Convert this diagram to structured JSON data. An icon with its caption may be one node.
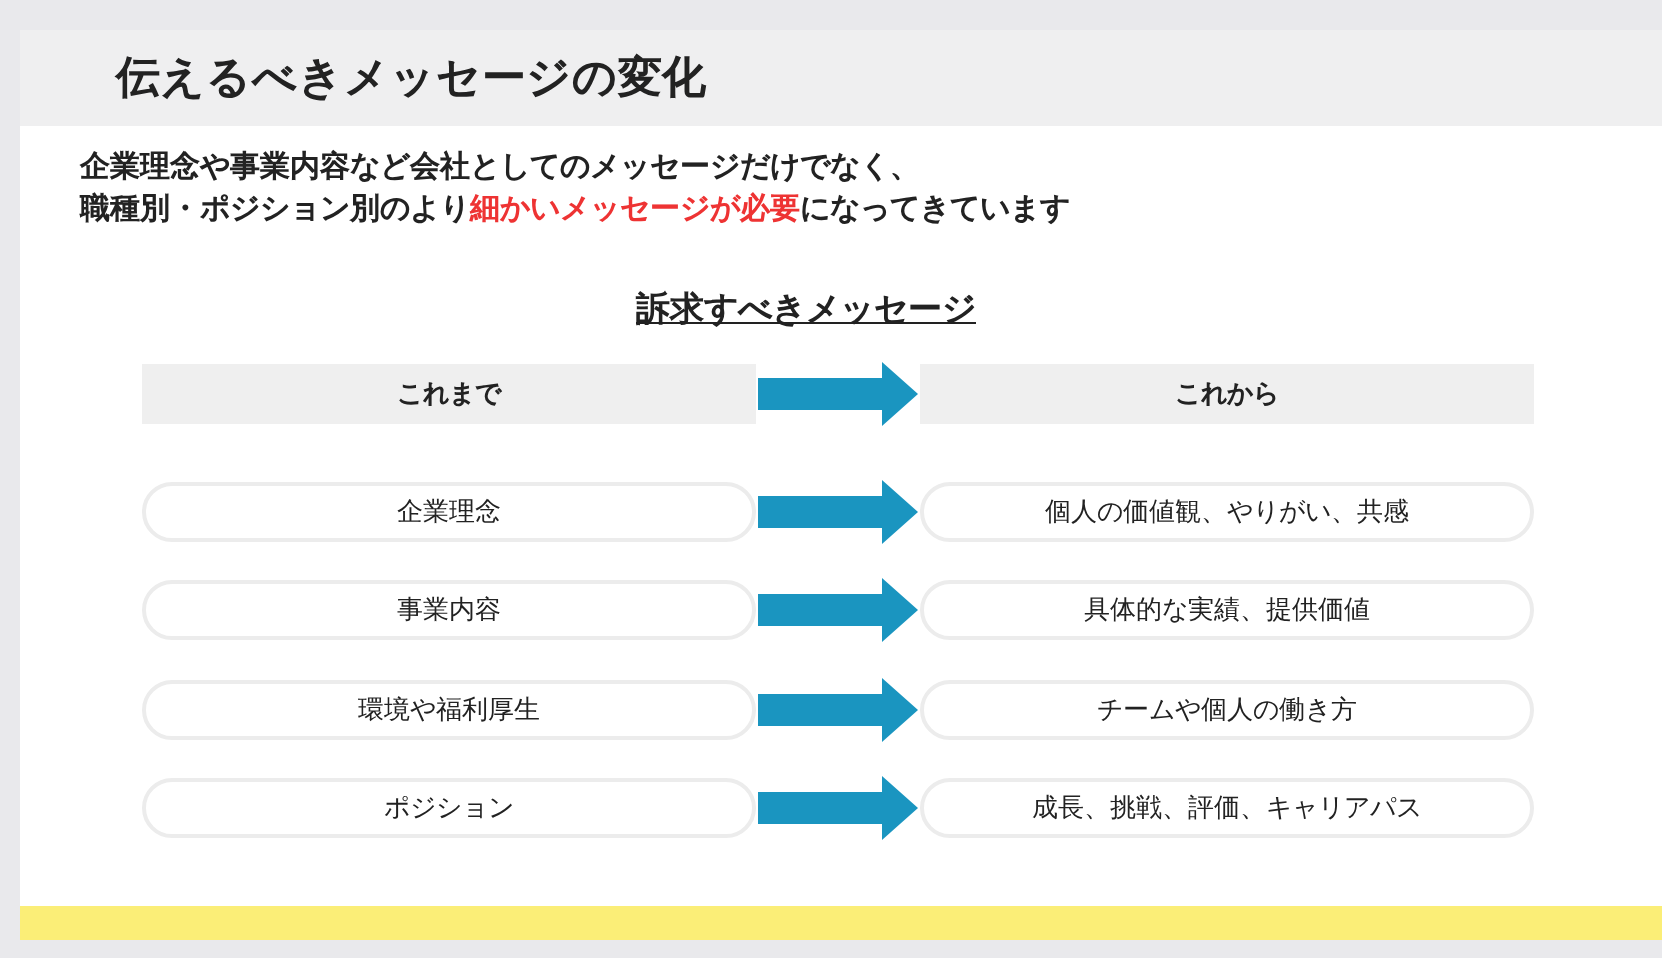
{
  "diagram": {
    "title": "伝えるべきメッセージの変化",
    "nodes": [
      {
        "text": [
          "これまで"
        ]
      },
      {
        "text": [
          "これから"
        ]
      },
      {
        "text": [
          "企業理念"
        ]
      },
      {
        "text": [
          "個人の価値観、やりがい、共感"
        ]
      },
      {
        "text": [
          "事業内容"
        ]
      },
      {
        "text": [
          "具体的な実績、提供価値"
        ]
      },
      {
        "text": [
          "環境や福利厚生"
        ]
      },
      {
        "text": [
          "チームや個人の働き方"
        ]
      },
      {
        "text": [
          "ポジション"
        ]
      },
      {
        "text": [
          "成長、挑戦、評価、キャリアパス"
        ]
      }
    ],
    "edges": [
      {
        "from": 0,
        "to": 1,
        "arrow": "to"
      },
      {
        "from": 2,
        "to": 3,
        "arrow": "to"
      },
      {
        "from": 4,
        "to": 5,
        "arrow": "to"
      },
      {
        "from": 6,
        "to": 7,
        "arrow": "to"
      },
      {
        "from": 8,
        "to": 9,
        "arrow": "to"
      }
    ],
    "labels": [
      "企業理念や事業内容など会社としてのメッセージだけでなく、",
      "職種別・ポジション別のより**細かいメッセージが必要**になってきています",
      "訴求すべきメッセージ"
    ]
  }
}
